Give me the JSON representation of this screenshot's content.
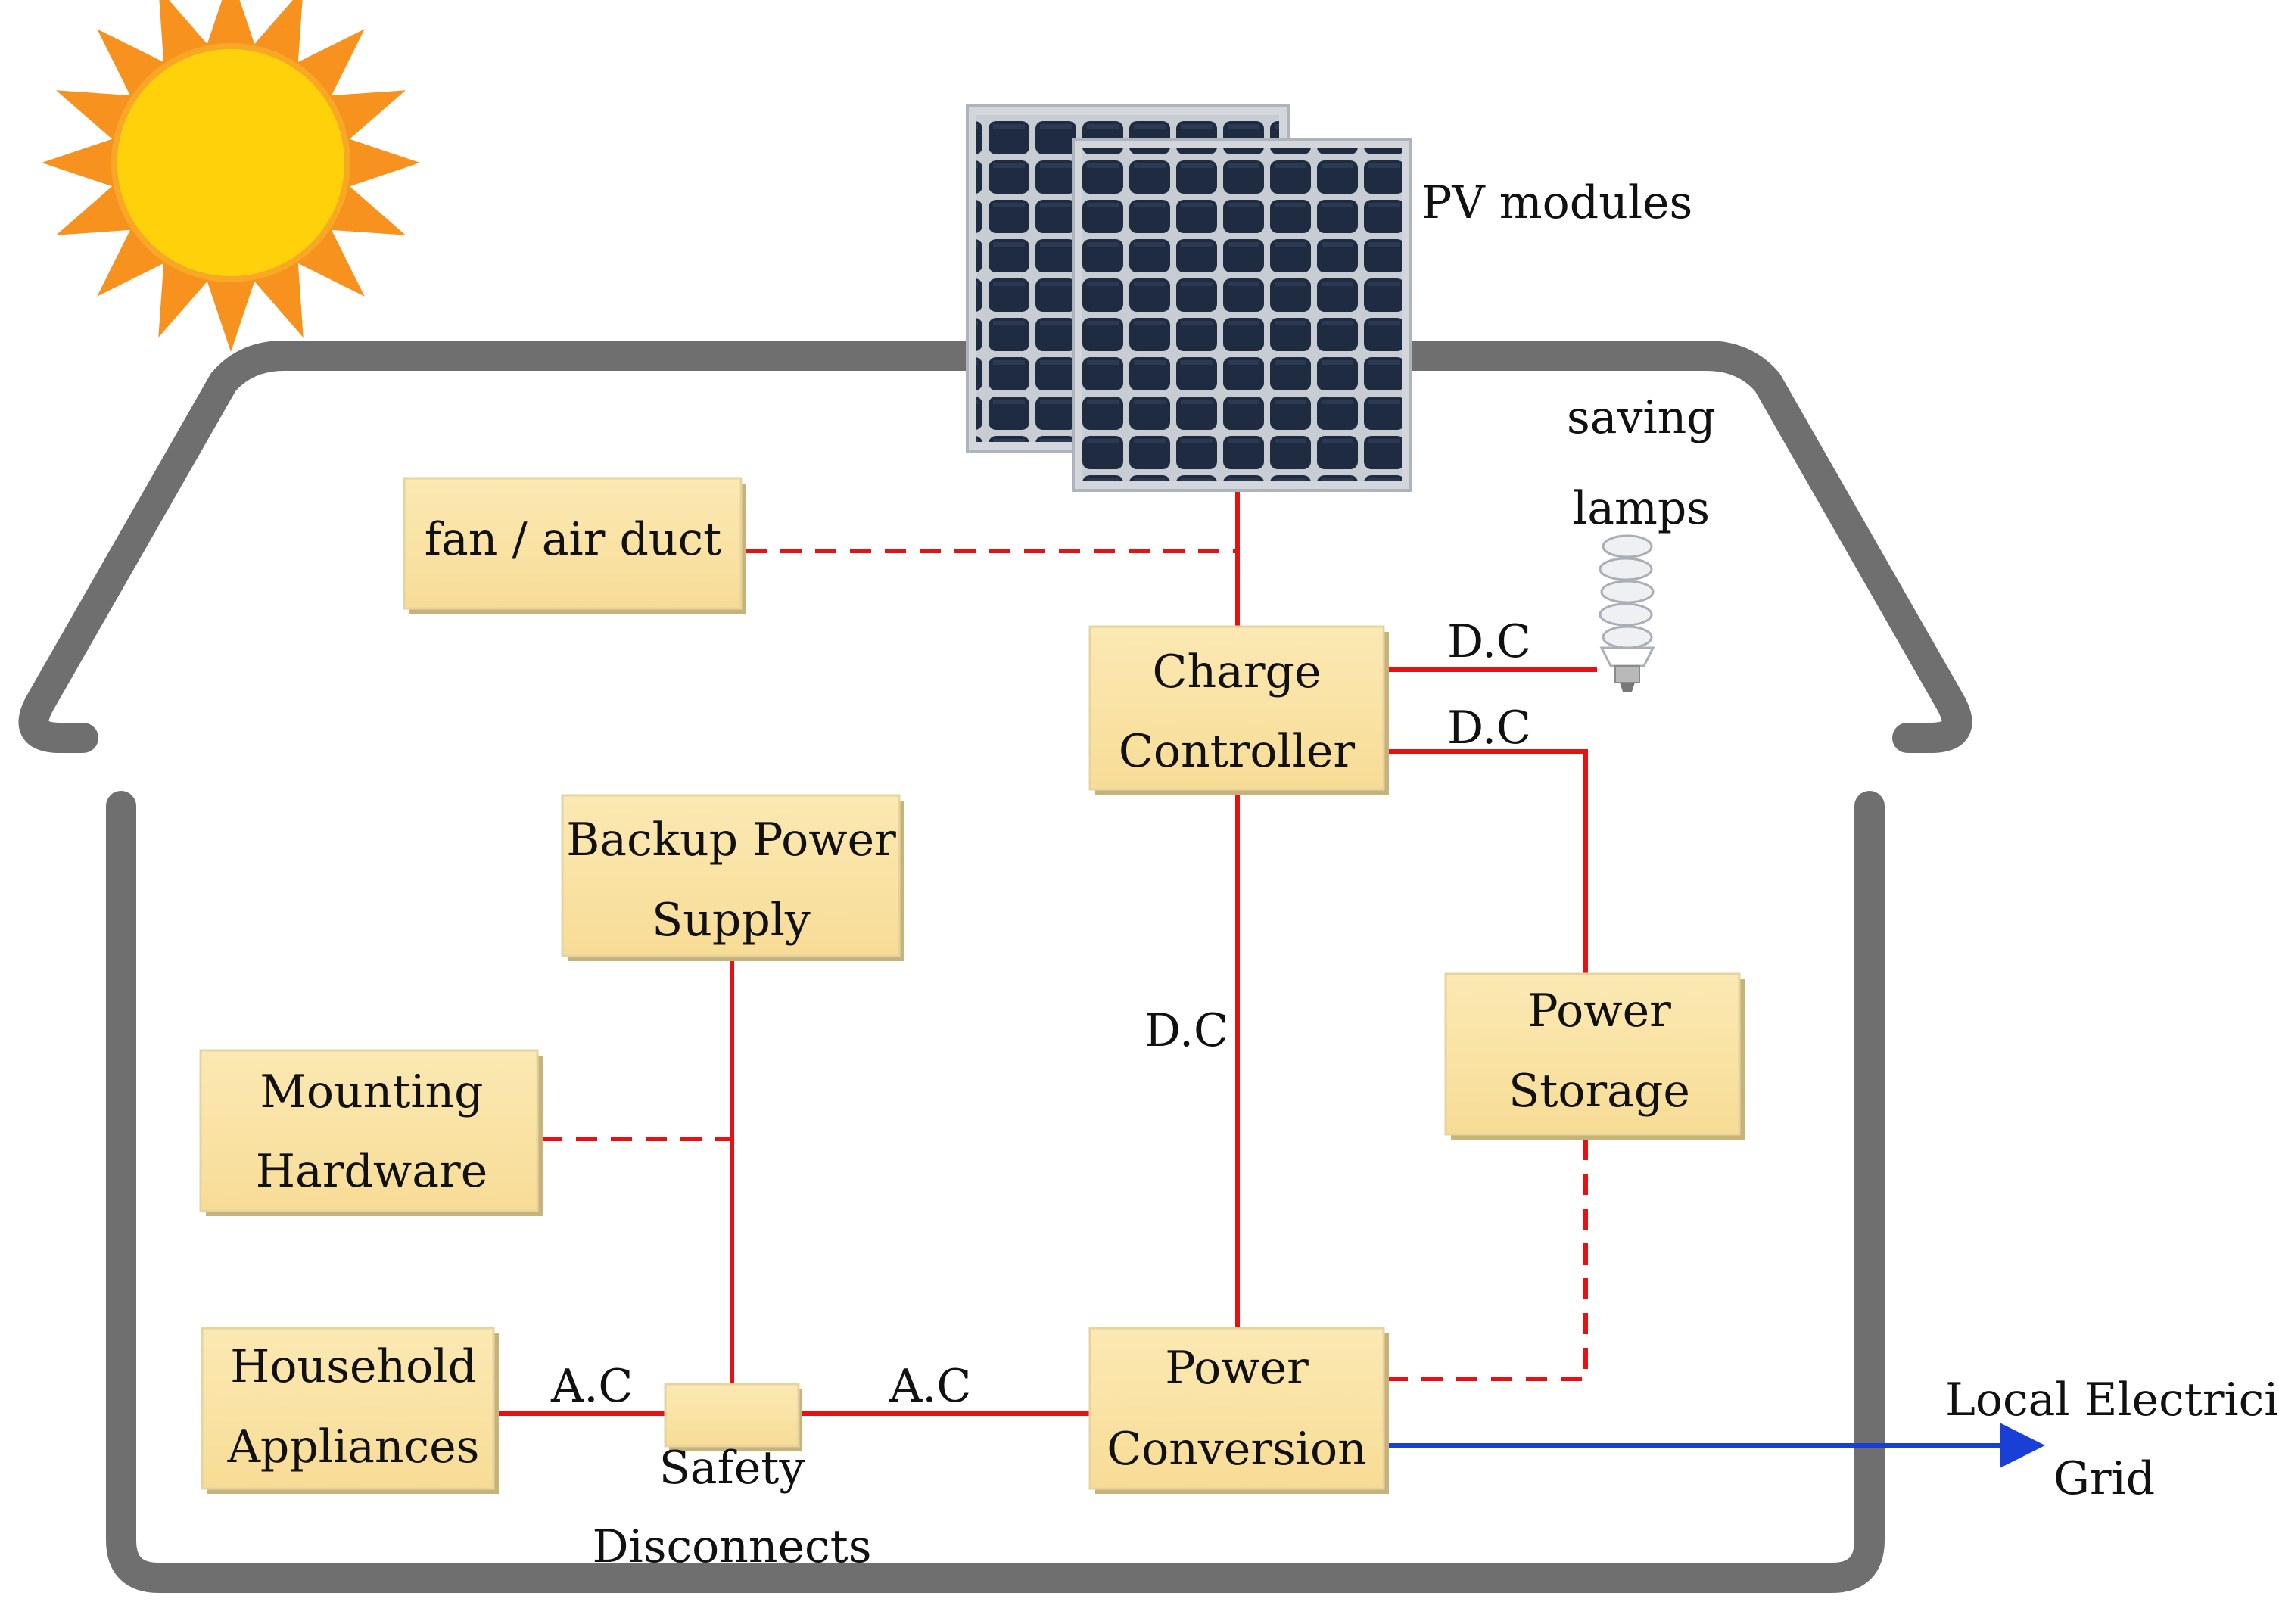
{
  "colors": {
    "box_fill": "#fae5a7",
    "box_edge_dark": "#c7b27a",
    "box_edge_light": "#e6d3a0",
    "house_outline": "#6f6f6f",
    "dc_line": "#e81010",
    "grid_line": "#1a3fd6",
    "sun_core": "#ffd10a",
    "sun_rays": "#f7921e",
    "panel_cell": "#1e2b40",
    "panel_frame": "#c8cdd3"
  },
  "icons": {
    "sun": "sun-icon",
    "pv": "solar-panel-icon",
    "lamp": "cfl-bulb-icon"
  },
  "labels": {
    "pv_modules": "PV modules",
    "saving": "saving",
    "lamps": "lamps",
    "dc_lamp": "D.C",
    "dc_storage": "D.C",
    "dc_main": "D.C",
    "ac_left": "A.C",
    "ac_right": "A.C",
    "safety_line1": "Safety",
    "safety_line2": "Disconnects",
    "grid_line1": "Local Electricity",
    "grid_line2": "Grid"
  },
  "boxes": {
    "fan": {
      "line1": "fan / air duct"
    },
    "charge": {
      "line1": "Charge",
      "line2": "Controller"
    },
    "backup": {
      "line1": "Backup Power",
      "line2": "Supply"
    },
    "mounting": {
      "line1": "Mounting",
      "line2": "Hardware"
    },
    "storage": {
      "line1": "Power",
      "line2": "Storage"
    },
    "household": {
      "line1": "Household",
      "line2": "Appliances"
    },
    "conversion": {
      "line1": "Power",
      "line2": "Conversion"
    }
  }
}
